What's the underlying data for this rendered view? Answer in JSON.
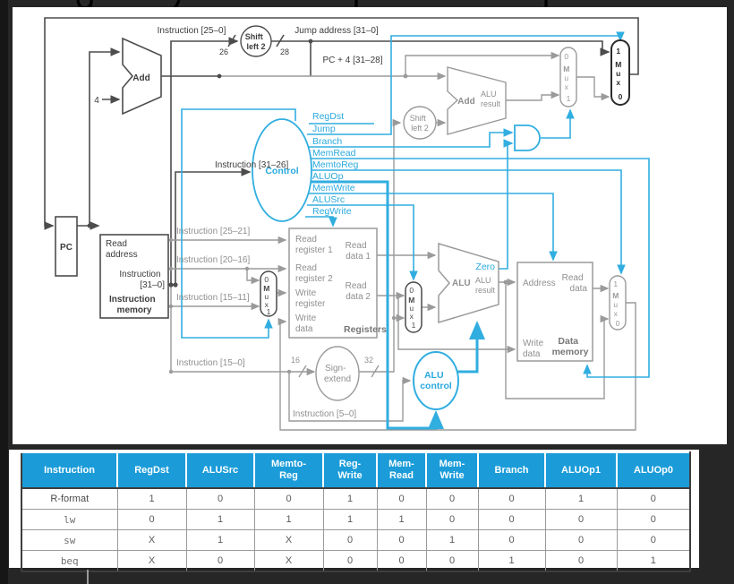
{
  "colors": {
    "background": "#262626",
    "panel": "#ffffff",
    "wire_dark": "#4d4d4d",
    "wire_gray": "#9a9a9a",
    "wire_blue": "#31aee0",
    "text_blue": "#2aa9de",
    "table_header_blue": "#1b9cd9"
  },
  "diagram": {
    "top": {
      "instruction_25_0": "Instruction [25–0]",
      "shift_left_2": [
        "Shift",
        "left 2"
      ],
      "bit26": "26",
      "bit28": "28",
      "jump_address": "Jump address [31–0]",
      "pc_plus_4": "PC + 4 [31–28]"
    },
    "pc_adder": {
      "add": "Add",
      "four": "4"
    },
    "branch_adder": {
      "add": "Add",
      "result": [
        "ALU",
        "result"
      ]
    },
    "branch_shift": [
      "Shift",
      "left 2"
    ],
    "control": {
      "name": "Control",
      "input_label": "Instruction [31–26]",
      "signals": [
        "RegDst",
        "Jump",
        "Branch",
        "MemRead",
        "MemtoReg",
        "ALUOp",
        "MemWrite",
        "ALUSrc",
        "RegWrite"
      ]
    },
    "pc": "PC",
    "instruction_memory": {
      "read_address": [
        "Read",
        "address"
      ],
      "instruction_out": [
        "Instruction",
        "[31–0]"
      ],
      "title": [
        "Instruction",
        "memory"
      ]
    },
    "fields": {
      "f25_21": "Instruction [25–21]",
      "f20_16": "Instruction [20–16]",
      "f15_11": "Instruction [15–11]",
      "f15_0": "Instruction [15–0]",
      "f5_0": "Instruction [5–0]"
    },
    "registers": {
      "read_register_1": [
        "Read",
        "register 1"
      ],
      "read_data_1": [
        "Read",
        "data 1"
      ],
      "read_register_2": [
        "Read",
        "register 2"
      ],
      "write_register": [
        "Write",
        "register"
      ],
      "read_data_2": [
        "Read",
        "data 2"
      ],
      "write_data": [
        "Write",
        "data"
      ],
      "title": "Registers"
    },
    "sign_extend": {
      "label": [
        "Sign-",
        "extend"
      ],
      "in_width": "16",
      "out_width": "32"
    },
    "alu": {
      "name": "ALU",
      "zero": "Zero",
      "result": [
        "ALU",
        "result"
      ]
    },
    "alu_control": [
      "ALU",
      "control"
    ],
    "data_memory": {
      "address": "Address",
      "read_data": [
        "Read",
        "data"
      ],
      "write_data": [
        "Write",
        "data"
      ],
      "title": [
        "Data",
        "memory"
      ]
    },
    "mux": {
      "zero": "0",
      "one": "1",
      "m": "M",
      "u": "u",
      "x": "x"
    }
  },
  "table": {
    "headers": [
      "Instruction",
      "RegDst",
      "ALUSrc",
      "Memto-\nReg",
      "Reg-\nWrite",
      "Mem-\nRead",
      "Mem-\nWrite",
      "Branch",
      "ALUOp1",
      "ALUOp0"
    ],
    "rows": [
      {
        "instruction": "R-format",
        "values": [
          "1",
          "0",
          "0",
          "1",
          "0",
          "0",
          "0",
          "1",
          "0"
        ]
      },
      {
        "instruction": "lw",
        "values": [
          "0",
          "1",
          "1",
          "1",
          "1",
          "0",
          "0",
          "0",
          "0"
        ]
      },
      {
        "instruction": "sw",
        "values": [
          "X",
          "1",
          "X",
          "0",
          "0",
          "1",
          "0",
          "0",
          "0"
        ]
      },
      {
        "instruction": "beq",
        "values": [
          "X",
          "0",
          "X",
          "0",
          "0",
          "0",
          "1",
          "0",
          "1"
        ]
      }
    ]
  }
}
